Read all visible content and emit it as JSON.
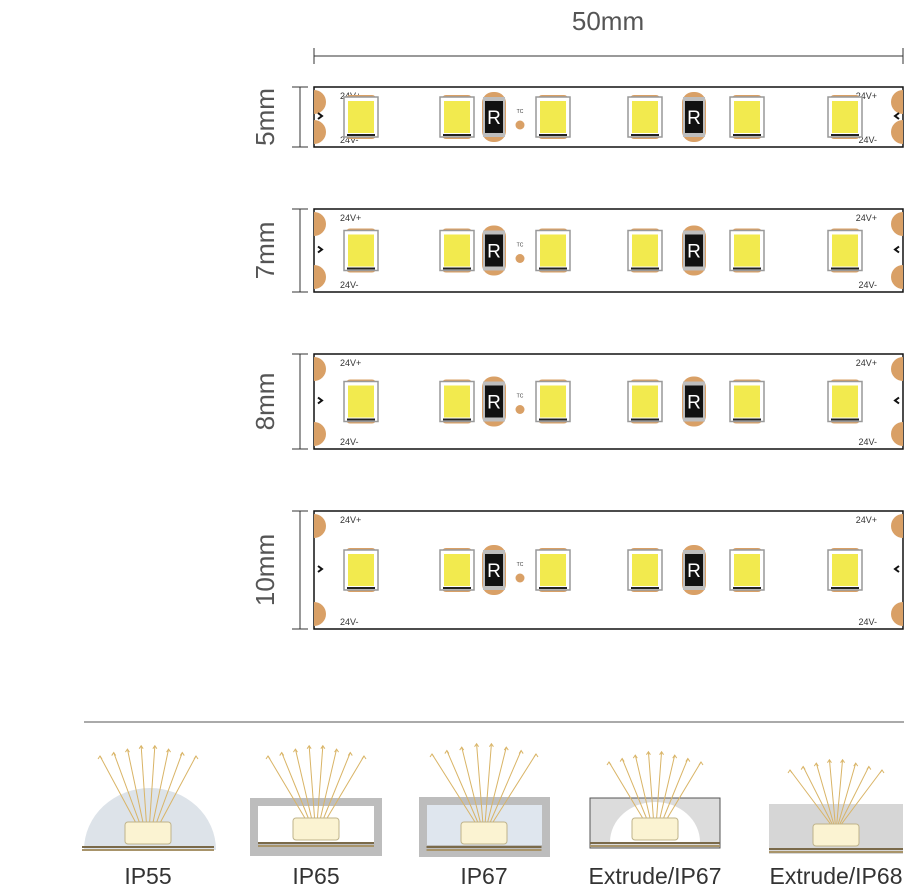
{
  "dimension": {
    "width_label": "50mm"
  },
  "strips": [
    {
      "width_label": "5mm",
      "plus_label": "24V+",
      "minus_label": "24V-",
      "resistor_mark": "R",
      "tc_label": "TC"
    },
    {
      "width_label": "7mm",
      "plus_label": "24V+",
      "minus_label": "24V-",
      "resistor_mark": "R",
      "tc_label": "TC"
    },
    {
      "width_label": "8mm",
      "plus_label": "24V+",
      "minus_label": "24V-",
      "resistor_mark": "R",
      "tc_label": "TC"
    },
    {
      "width_label": "10mm",
      "plus_label": "24V+",
      "minus_label": "24V-",
      "resistor_mark": "R",
      "tc_label": "TC"
    }
  ],
  "ip_ratings": [
    {
      "label": "IP55"
    },
    {
      "label": "IP65"
    },
    {
      "label": "IP67"
    },
    {
      "label": "Extrude/IP67"
    },
    {
      "label": "Extrude/IP68"
    }
  ],
  "colors": {
    "pad": "#d9a066",
    "led": "#f2ea4e",
    "resistor": "#111111",
    "ray": "#d9b466",
    "line": "#333333"
  }
}
